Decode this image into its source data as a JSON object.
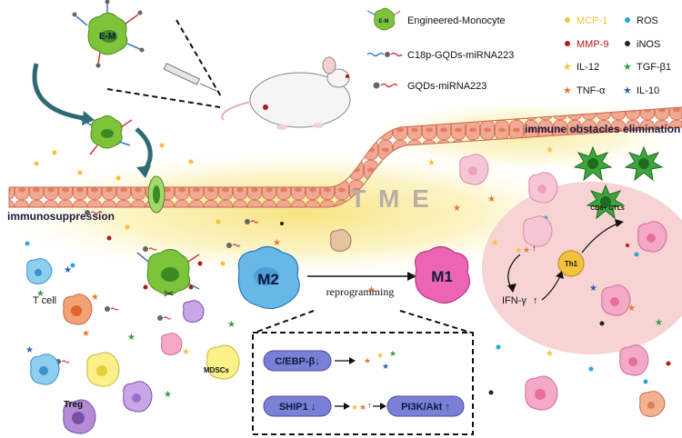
{
  "diagram": {
    "em_badge": "E-M",
    "tme_label": "T M E",
    "immunosuppression_label": "immunosuppression",
    "immune_obstacles_label": "immune obstacles elimination",
    "m2_label": "M2",
    "m1_label": "M1",
    "reprogramming_label": "reprogramming",
    "cd8_label": "CD8+ CTLs",
    "th1_label": "Th1",
    "ifn_label": "IFN-γ",
    "tcell_label": "T cell",
    "treg_label": "Treg",
    "mdsc_label": "MDSCs",
    "pathway_1_label": "C/EBP-β↓",
    "pathway_2_label": "SHIP1 ↓",
    "pathway_3_label": "PI3K/Akt ↑",
    "up_arrow": "↑"
  },
  "legend": {
    "items": [
      {
        "label": "Engineered-Monocyte"
      },
      {
        "label": "C18p-GQDs-miRNA223"
      },
      {
        "label": "GQDs-miRNA223"
      }
    ],
    "molecules": [
      {
        "label": "MCP-1",
        "color": "#f3c23c"
      },
      {
        "label": "MMP-9",
        "color": "#b31919"
      },
      {
        "label": "IL-12",
        "color": "#f3c23c"
      },
      {
        "label": "TNF-α",
        "color": "#e8762d"
      },
      {
        "label": "ROS",
        "color": "#2aa6e0"
      },
      {
        "label": "iNOS",
        "color": "#222222"
      },
      {
        "label": "TGF-β1",
        "color": "#2e9e48"
      },
      {
        "label": "IL-10",
        "color": "#2f5fb0"
      }
    ]
  },
  "colors": {
    "vessel": "#f2a58f",
    "glow": "#f7e27a",
    "tumor_zone": "#f8d6d6",
    "pathway_pill": "#7b7fd6",
    "monocyte_green": "#7ec43a",
    "macrophage_blue": "#67b7e8",
    "macrophage_pink": "#ec64b4"
  }
}
